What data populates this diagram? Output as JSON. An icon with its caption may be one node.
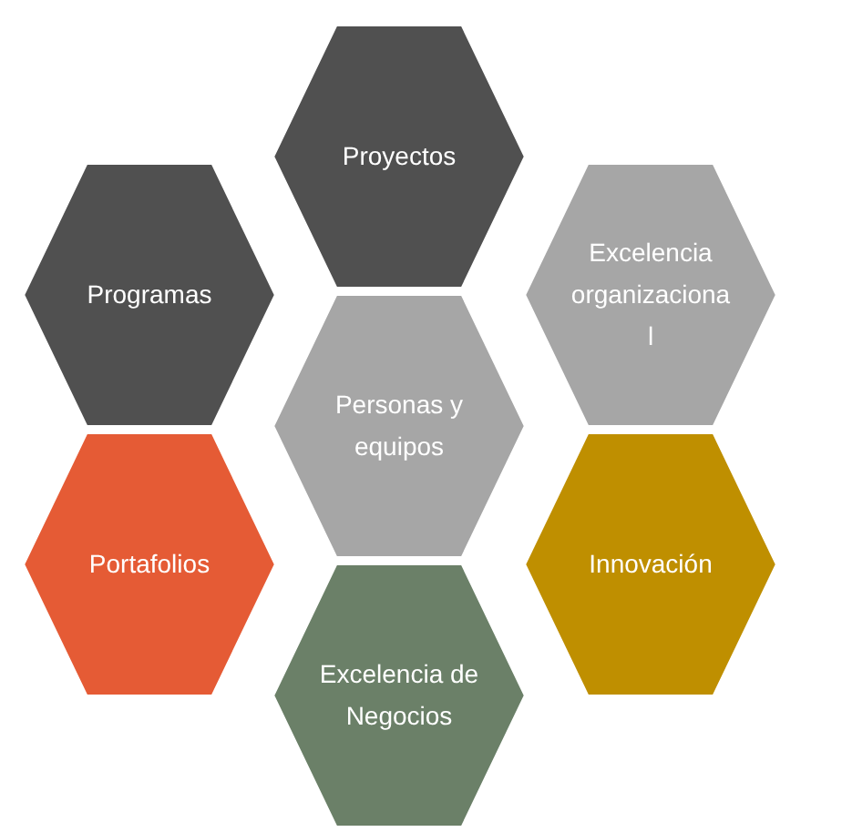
{
  "diagram": {
    "nodes": [
      {
        "text": [
          "Proyectos"
        ]
      },
      {
        "text": [
          "Programas"
        ]
      },
      {
        "text": [
          "Excelencia organizacional"
        ]
      },
      {
        "text": [
          "Personas y equipos"
        ]
      },
      {
        "text": [
          "Portafolios"
        ]
      },
      {
        "text": [
          "Innovación"
        ]
      },
      {
        "text": [
          "Excelencia de Negocios"
        ]
      }
    ]
  }
}
